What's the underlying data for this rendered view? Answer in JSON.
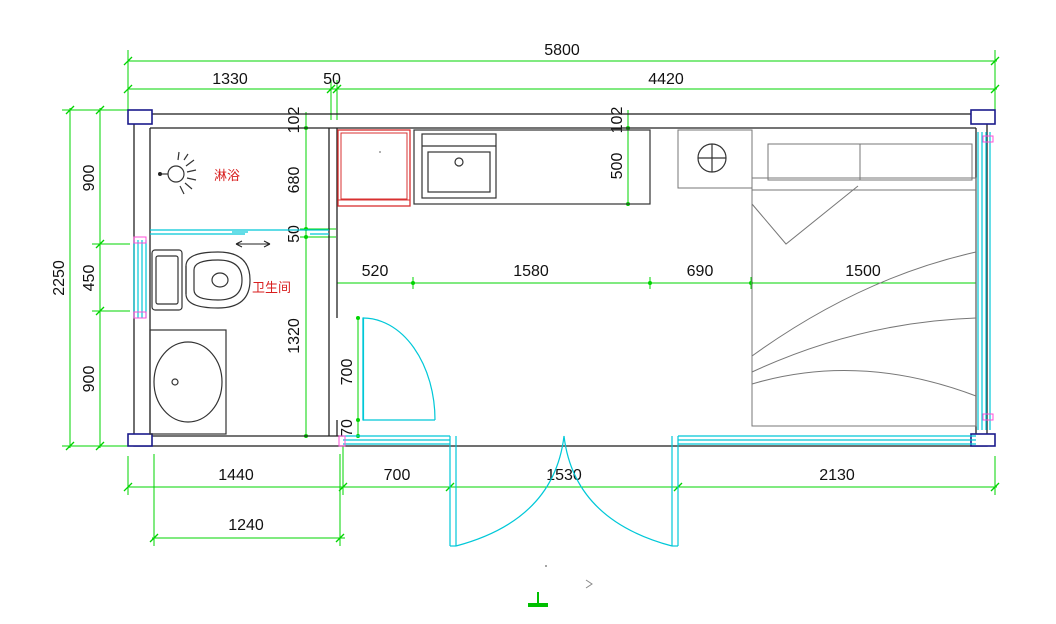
{
  "dimensions": {
    "overall_width": "5800",
    "top_left": "1330",
    "top_mid": "50",
    "top_right": "4420",
    "left_total": "2250",
    "left_top": "900",
    "left_mid": "450",
    "left_bottom": "900",
    "wall_top_left": "102",
    "wall_top_right": "102",
    "shower_height": "680",
    "partition": "50",
    "counter_depth": "500",
    "bath_lower": "1320",
    "door_width": "700",
    "door_jamb": "70",
    "row_520": "520",
    "row_1580": "1580",
    "row_690": "690",
    "row_1500": "1500",
    "bottom_1440": "1440",
    "bottom_700": "700",
    "bottom_1530": "1530",
    "bottom_2130": "2130",
    "bottom_1240": "1240"
  },
  "labels": {
    "shower": "淋浴",
    "bathroom": "卫生间"
  },
  "colors": {
    "dimension": "#00d400",
    "window_door": "#00c8d8",
    "label": "#d81e1e",
    "column": "#1a1a8c",
    "window_marker": "#ff4fd8"
  }
}
